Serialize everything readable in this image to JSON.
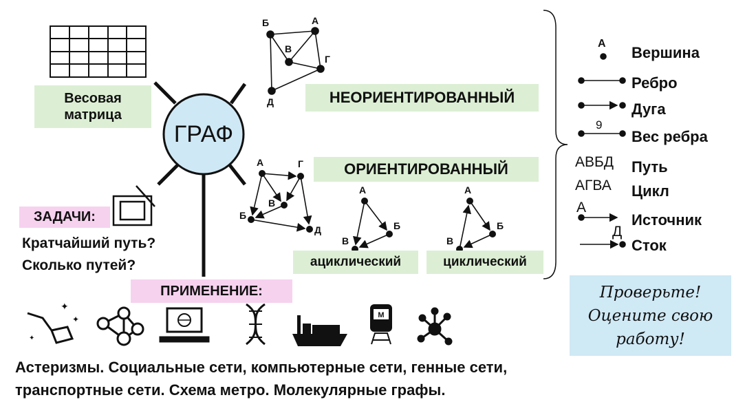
{
  "center": "ГРАФ",
  "matrix_label": "Весовая матрица",
  "undirected": {
    "label": "НЕОРИЕНТИРОВАННЫЙ",
    "vertices": [
      "Б",
      "А",
      "В",
      "Г",
      "Д"
    ]
  },
  "directed": {
    "label": "ОРИЕНТИРОВАННЫЙ",
    "vertices": [
      "А",
      "Г",
      "В",
      "Б",
      "Д"
    ]
  },
  "acyclic": {
    "label": "ациклический",
    "vertices": [
      "А",
      "Б",
      "В"
    ]
  },
  "cyclic": {
    "label": "циклический",
    "vertices": [
      "А",
      "Б",
      "В"
    ]
  },
  "legend": {
    "vertex": {
      "symbol": "А",
      "label": "Вершина"
    },
    "edge": "Ребро",
    "arc": "Дуга",
    "weight": {
      "value": "9",
      "label": "Вес ребра"
    },
    "path": {
      "example": "АВБД",
      "label": "Путь"
    },
    "cycle": {
      "example": "АГВА",
      "label": "Цикл"
    },
    "source": {
      "symbol": "А",
      "label": "Источник"
    },
    "sink": {
      "symbol": "Д",
      "label": "Сток"
    }
  },
  "tasks": {
    "title": "ЗАДАЧИ:",
    "items": [
      "Кратчайший путь?",
      "Сколько путей?"
    ]
  },
  "application": {
    "title": "ПРИМЕНЕНИЕ:",
    "icons": [
      "constellation-icon",
      "social-network-icon",
      "laptop-globe-icon",
      "dna-icon",
      "cargo-ship-icon",
      "metro-train-icon",
      "molecule-icon"
    ],
    "metro_letter": "М"
  },
  "check": [
    "Проверьте!",
    "Оцените свою",
    "работу!"
  ],
  "bottom": [
    "Астеризмы. Социальные сети, компьютерные сети, генные сети,",
    "транспортные сети. Схема метро. Молекулярные графы."
  ]
}
